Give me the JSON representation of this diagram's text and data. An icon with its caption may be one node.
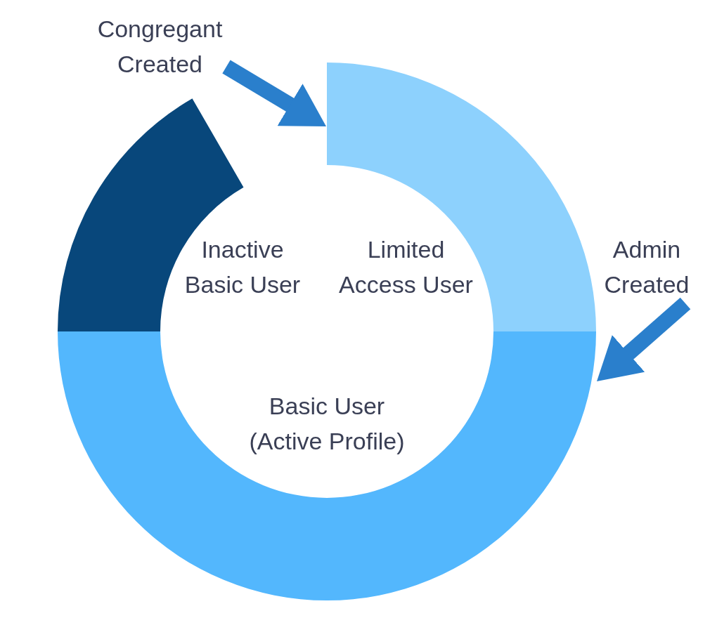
{
  "diagram": {
    "nodes": [
      {
        "text": [
          "Congregant Created"
        ]
      },
      {
        "text": [
          "Inactive Basic User"
        ]
      },
      {
        "text": [
          "Limited Access User"
        ]
      },
      {
        "text": [
          "Admin Created"
        ]
      },
      {
        "text": [
          "Basic User (Active Profile)"
        ]
      }
    ],
    "edges": [
      {
        "from": 0,
        "to": 2,
        "arrow": "to"
      },
      {
        "from": 3,
        "to": 4,
        "arrow": "to"
      }
    ]
  }
}
